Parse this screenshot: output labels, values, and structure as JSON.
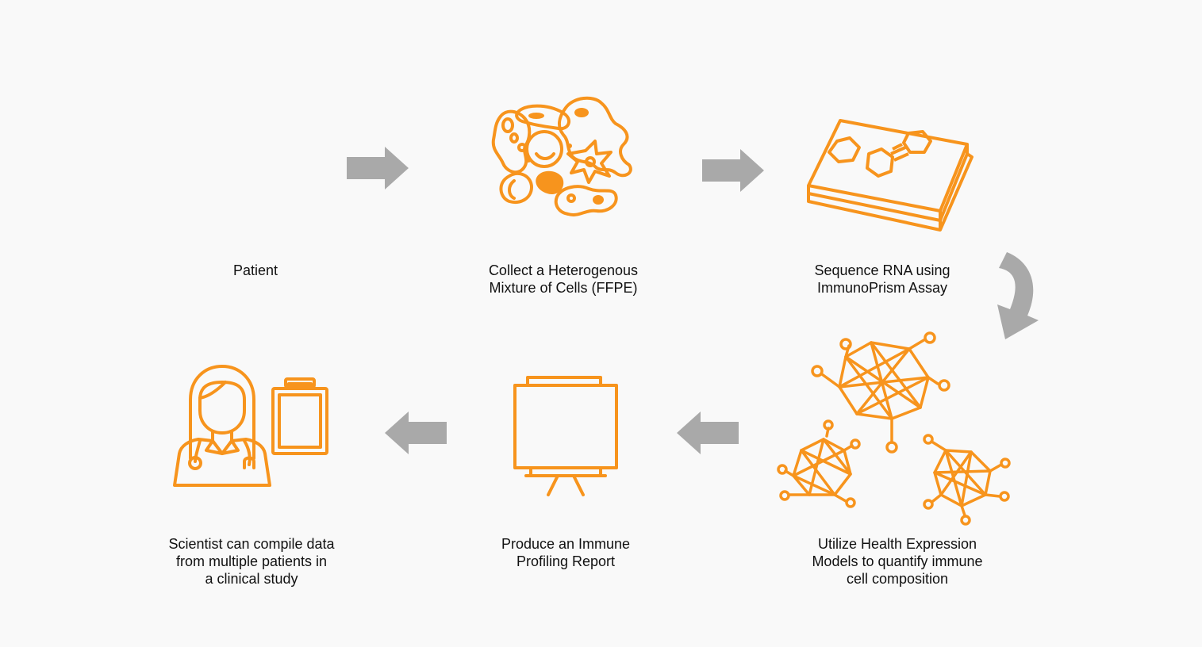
{
  "colors": {
    "accent": "#f7941d",
    "arrow": "#a9a9a9",
    "text": "#111111",
    "background": "#f9f9f9"
  },
  "steps": [
    {
      "icon": "patient-icon",
      "lines": [
        "Patient"
      ]
    },
    {
      "icon": "cell-mixture-icon",
      "lines": [
        "Collect a Heterogenous",
        "Mixture of Cells (FFPE)"
      ]
    },
    {
      "icon": "assay-chip-icon",
      "lines": [
        "Sequence RNA using",
        "ImmunoPrism Assay"
      ]
    },
    {
      "icon": "network-model-icon",
      "lines": [
        "Utilize Health Expression",
        "Models to quantify immune",
        "cell composition"
      ]
    },
    {
      "icon": "report-board-icon",
      "lines": [
        "Produce an Immune",
        "Profiling Report"
      ]
    },
    {
      "icon": "scientist-icon",
      "lines": [
        "Scientist can compile data",
        "from multiple patients in",
        "a clinical study"
      ]
    }
  ]
}
